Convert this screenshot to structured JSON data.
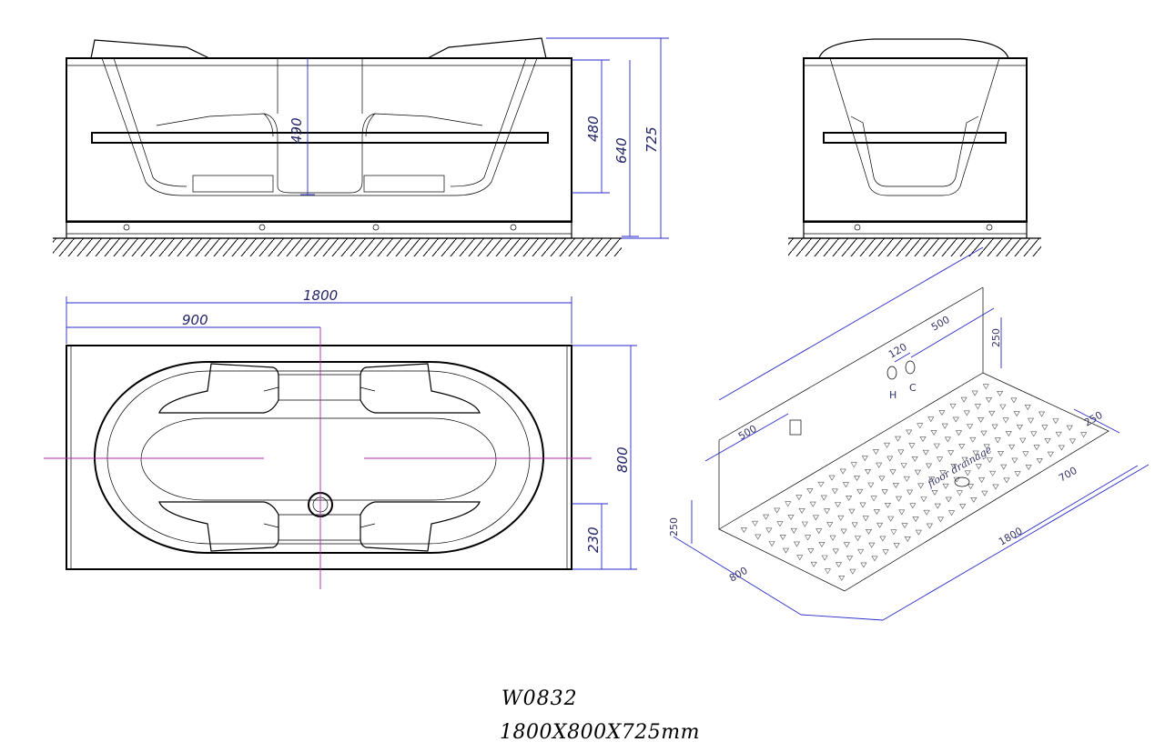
{
  "front_view": {
    "dims": {
      "d490": "490",
      "d480": "480",
      "d640": "640",
      "d725": "725"
    }
  },
  "plan_view": {
    "dims": {
      "d1800": "1800",
      "d900": "900",
      "d800": "800",
      "d230": "230"
    }
  },
  "site_view": {
    "dims": {
      "d500_top": "500",
      "d120": "120",
      "d250_top": "250",
      "d500_left": "500",
      "d250_right": "250",
      "d700": "700",
      "d250_left": "250",
      "d800": "800",
      "d1800": "1800"
    },
    "labels": {
      "hot": "H",
      "cold": "C",
      "drain": "floor drainage"
    }
  },
  "caption": {
    "model": "W0832",
    "size": "1800X800X725mm"
  }
}
